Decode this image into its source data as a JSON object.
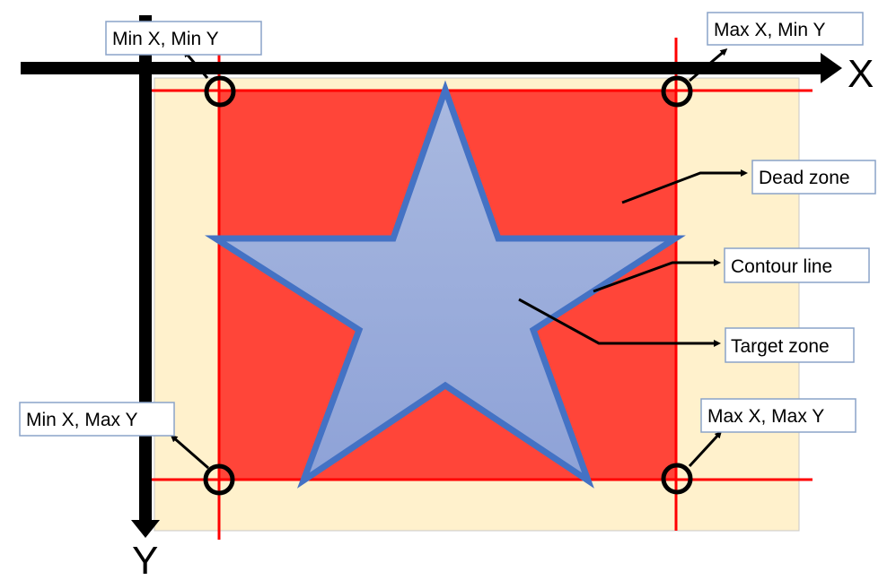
{
  "colors": {
    "dead_zone": "#ff4539",
    "background_region": "#fff1cc",
    "target_zone_fill_top": "#a9b9e0",
    "target_zone_fill_bottom": "#8ea2d7",
    "contour_line": "#4472c4",
    "boundary_lines": "#ff0000",
    "axes": "#000000"
  },
  "axes": {
    "x_label": "X",
    "y_label": "Y"
  },
  "labels": {
    "min_x_min_y": "Min X, Min Y",
    "max_x_min_y": "Max X, Min Y",
    "min_x_max_y": "Min X, Max Y",
    "max_x_max_y": "Max X, Max Y",
    "dead_zone": "Dead zone",
    "contour_line": "Contour line",
    "target_zone": "Target zone"
  }
}
